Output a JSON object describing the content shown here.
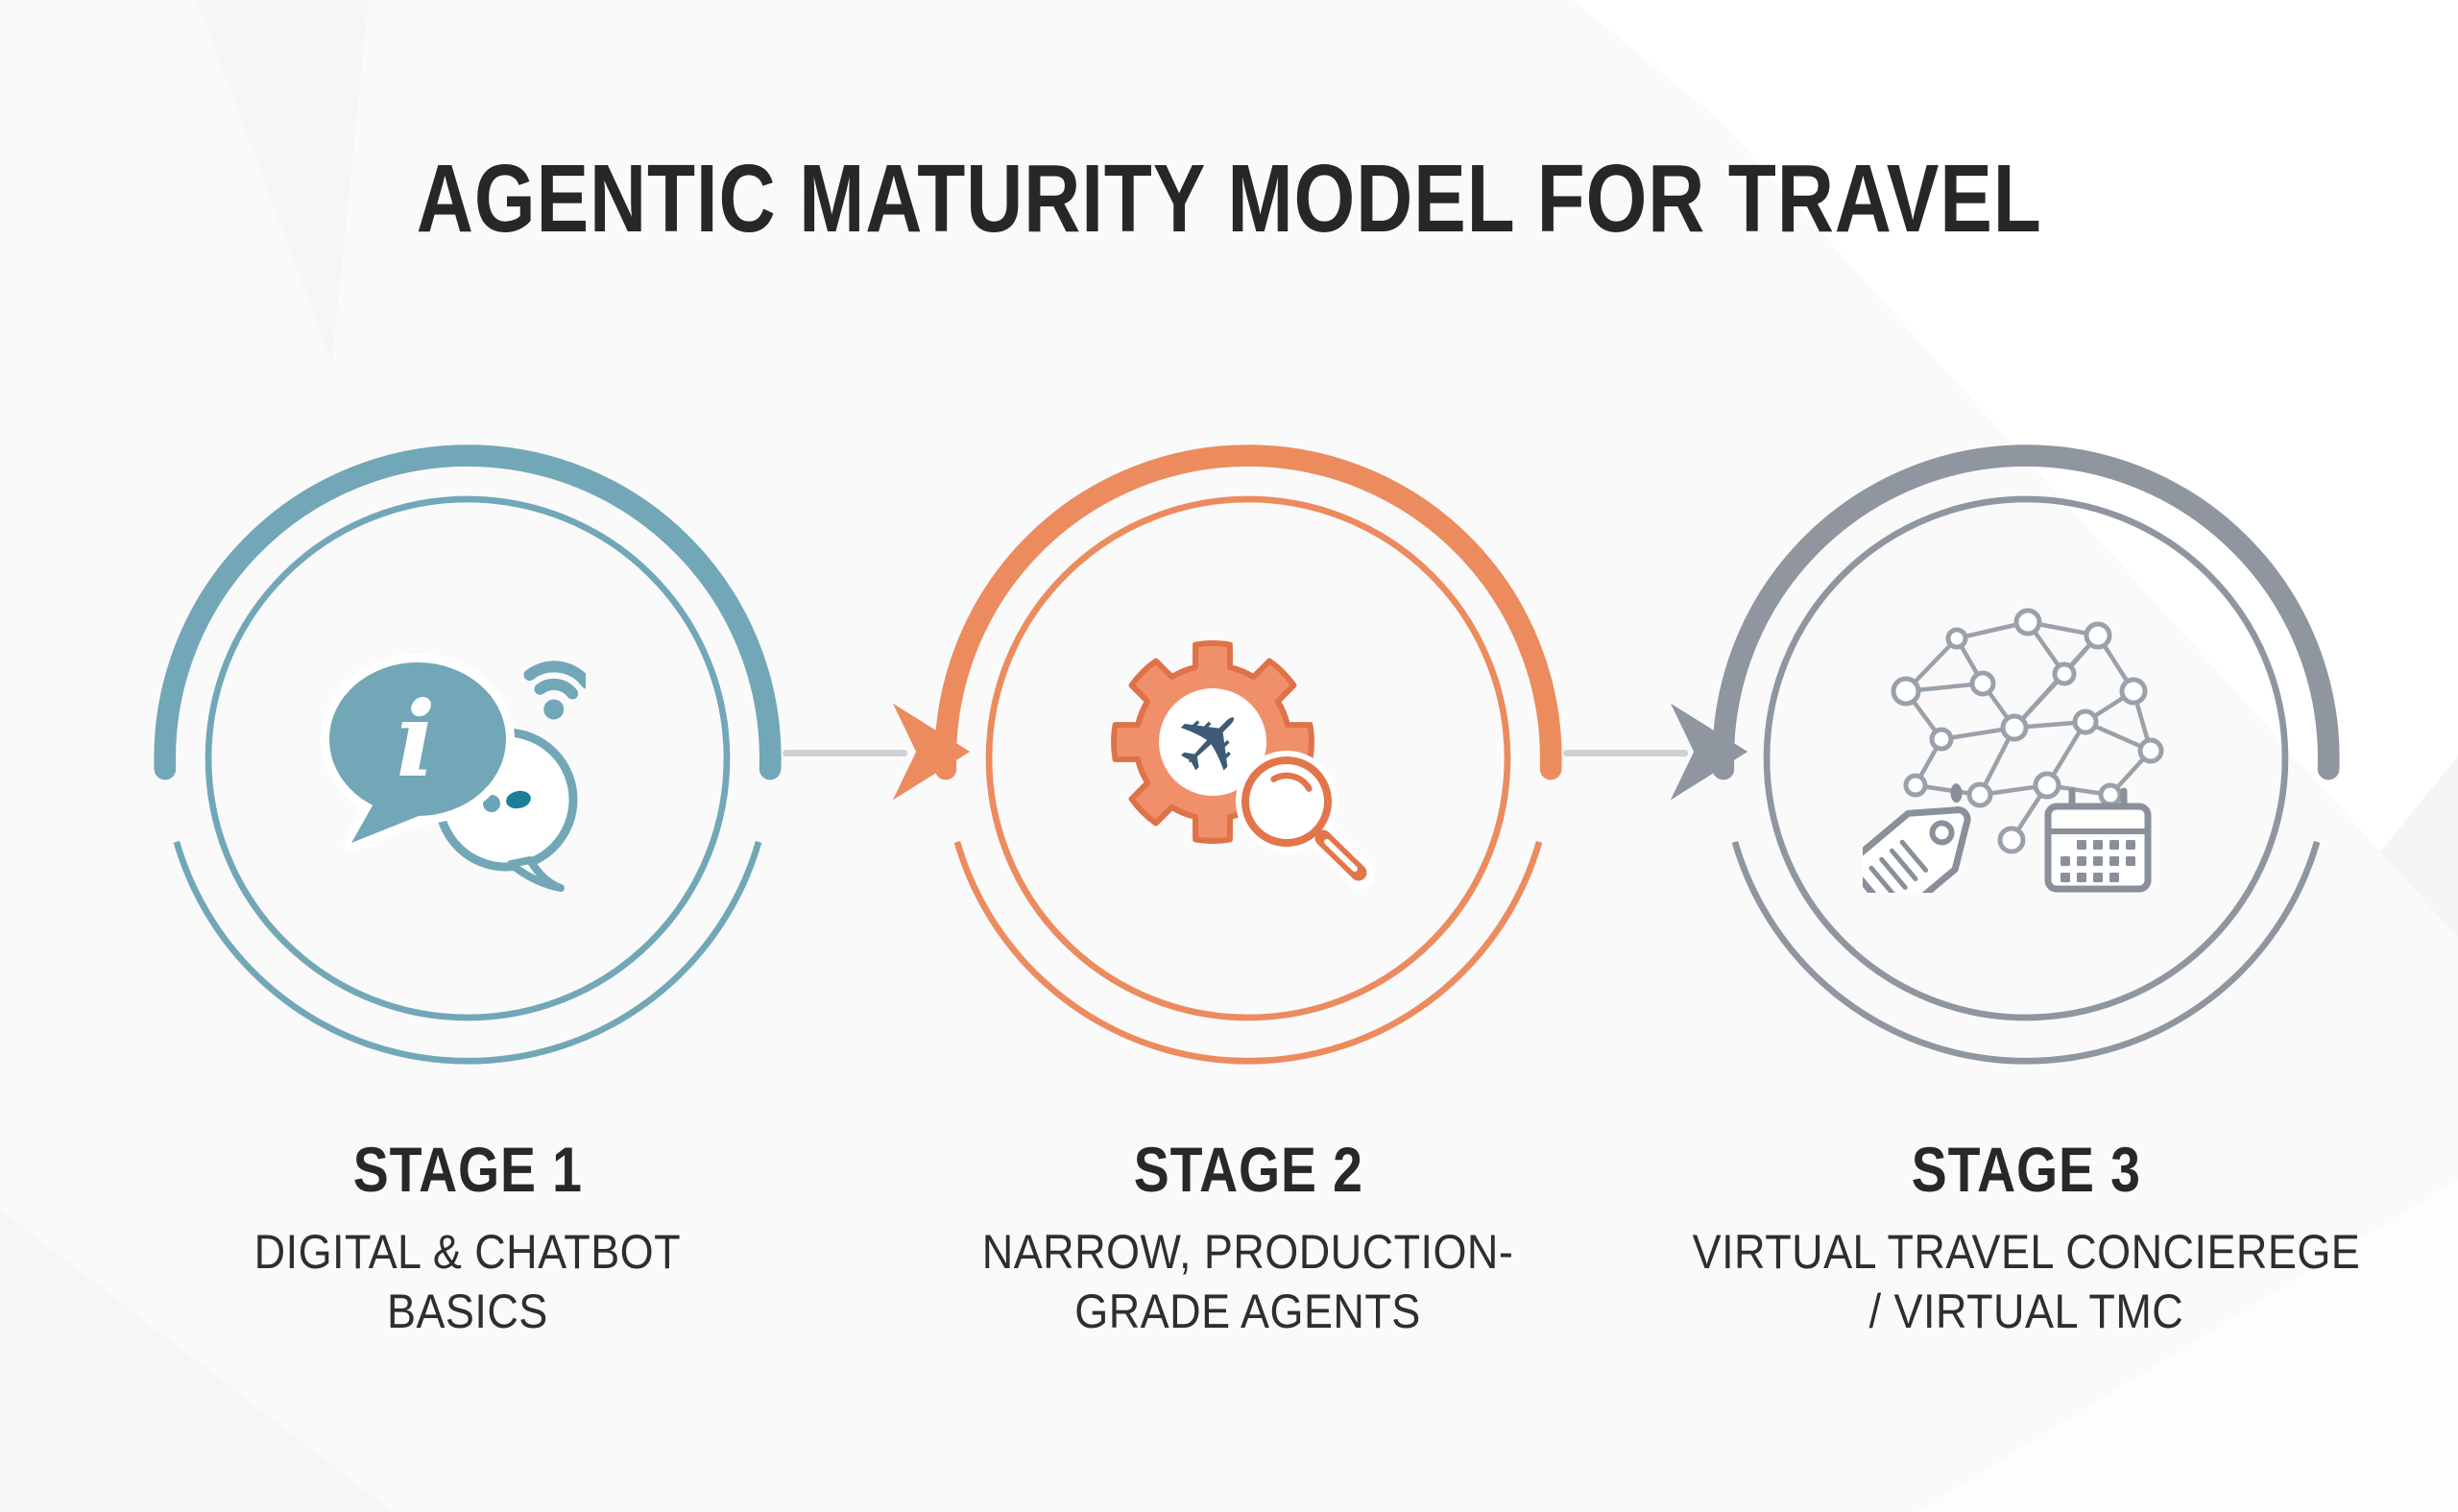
{
  "title": "AGENTIC MATURITY MODEL FOR TRAVEL",
  "colors": {
    "background": "#fafafa",
    "title_text": "#27272a",
    "stage1_accent": "#72a7b7",
    "stage1_dark_dot": "#1b7f99",
    "stage2_accent": "#ec8b5e",
    "stage2_outline": "#df7248",
    "airplane_navy": "#3d5b76",
    "stage3_accent": "#8f969f",
    "connector_line": "#cdd0d4"
  },
  "stages": [
    {
      "name": "STAGE 1",
      "description_lines": [
        "DIGITAL & CHATBOT",
        "BASICS"
      ],
      "accent": "#72a7b7",
      "icons": [
        "info-chat-bubble-icon",
        "outline-chat-bubble-icon",
        "wifi-signal-icon"
      ],
      "info_glyph": "i"
    },
    {
      "name": "STAGE 2",
      "description_lines": [
        "NARROW, PRODUCTION-",
        "GRADE AGENTS"
      ],
      "accent": "#ec8b5e",
      "icons": [
        "gear-icon",
        "airplane-icon",
        "magnifier-icon"
      ],
      "airplane_glyph": "✈"
    },
    {
      "name": "STAGE 3",
      "description_lines": [
        "VIRTUAL TRAVEL CONCIEREGE",
        "/ VIRTUAL TMC"
      ],
      "accent": "#8f969f",
      "icons": [
        "brain-network-icon",
        "price-tag-icon",
        "calendar-icon"
      ]
    }
  ],
  "connectors": [
    {
      "from": "STAGE 1",
      "to": "STAGE 2",
      "arrow_color": "#ec8b5e"
    },
    {
      "from": "STAGE 2",
      "to": "STAGE 3",
      "arrow_color": "#8f969f"
    }
  ]
}
